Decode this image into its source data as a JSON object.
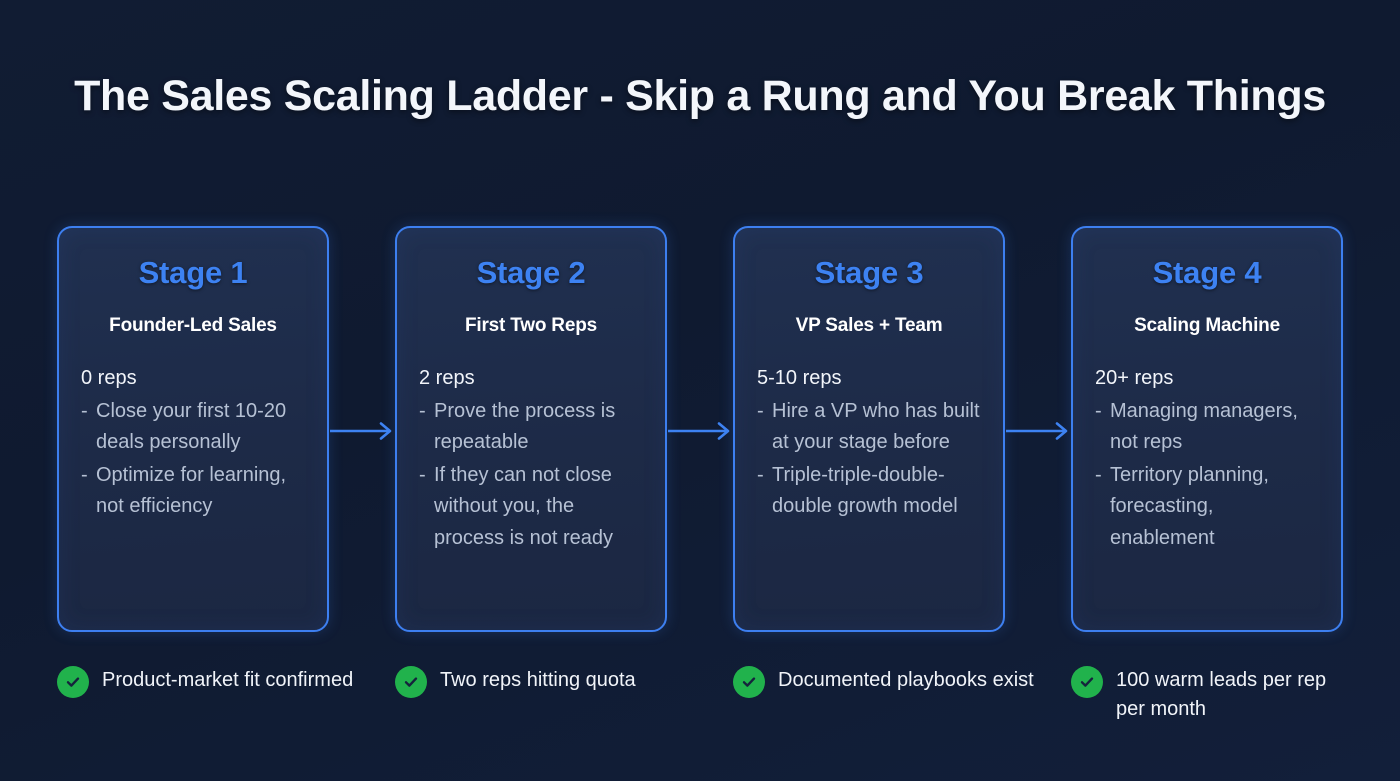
{
  "page": {
    "title": "The Sales Scaling Ladder - Skip a Rung and You Break Things",
    "background_top": "#111c33",
    "background_bottom": "#121f3a"
  },
  "theme": {
    "accent_blue": "#3d82f2",
    "card_border": "#3d7ff0",
    "card_fill": "#1e2b48",
    "bullet_text": "#b6c1d4",
    "check_green": "#21b24c",
    "title_color": "#f3f6fb"
  },
  "stages": [
    {
      "stage": "Stage 1",
      "subtitle": "Founder-Led Sales",
      "count": "0 reps",
      "bullets": [
        "Close your first 10-20 deals personally",
        "Optimize for learning, not efficiency"
      ],
      "dash": "-"
    },
    {
      "stage": "Stage 2",
      "subtitle": "First Two Reps",
      "count": "2 reps",
      "bullets": [
        "Prove the process is repeatable",
        "If they can not close without you, the process is not ready"
      ],
      "dash": "-"
    },
    {
      "stage": "Stage 3",
      "subtitle": "VP Sales + Team",
      "count": "5-10 reps",
      "bullets": [
        "Hire a VP who has built at your stage before",
        "Triple-triple-double-double growth model"
      ],
      "dash": "-"
    },
    {
      "stage": "Stage 4",
      "subtitle": "Scaling Machine",
      "count": "20+ reps",
      "bullets": [
        "Managing managers, not reps",
        "Territory planning, forecasting, enablement"
      ],
      "dash": "-"
    }
  ],
  "connectors": [
    {
      "name": "arrow-stage-1-to-2"
    },
    {
      "name": "arrow-stage-2-to-3"
    },
    {
      "name": "arrow-stage-3-to-4"
    }
  ],
  "checklist": [
    {
      "label": "Product-market fit confirmed",
      "icon": "check-circle-icon"
    },
    {
      "label": "Two reps hitting quota",
      "icon": "check-circle-icon"
    },
    {
      "label": "Documented playbooks exist",
      "icon": "check-circle-icon"
    },
    {
      "label": "100 warm leads per rep per month",
      "icon": "check-circle-icon"
    }
  ]
}
